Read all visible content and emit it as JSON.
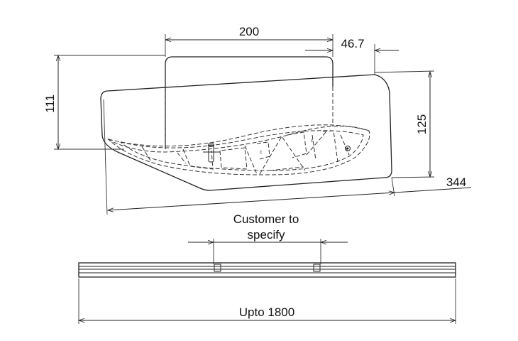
{
  "dimensions": {
    "top_width": "200",
    "offset": "46.7",
    "left_height": "111",
    "right_height": "125",
    "depth": "344",
    "note_line1": "Customer to",
    "note_line2": "specify",
    "length": "Upto 1800"
  }
}
